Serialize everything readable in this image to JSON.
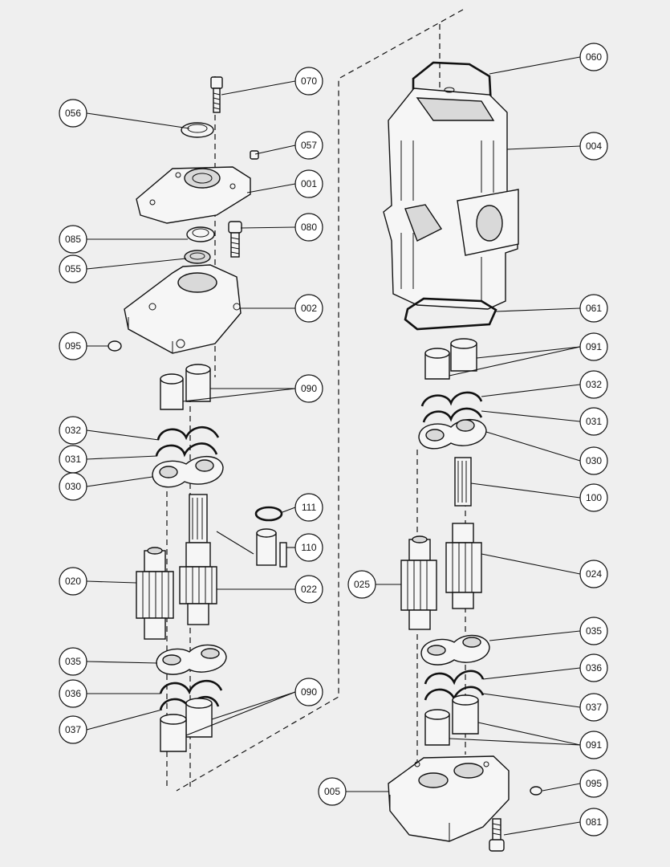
{
  "diagram": {
    "labels": {
      "c070": "070",
      "c056": "056",
      "c057": "057",
      "c001": "001",
      "c085": "085",
      "c080": "080",
      "c055": "055",
      "c002": "002",
      "c095a": "095",
      "c090a": "090",
      "c032a": "032",
      "c031a": "031",
      "c030a": "030",
      "c111": "111",
      "c110": "110",
      "c020": "020",
      "c022": "022",
      "c035a": "035",
      "c036a": "036",
      "c037a": "037",
      "c090b": "090",
      "c060": "060",
      "c004": "004",
      "c061": "061",
      "c091a": "091",
      "c032b": "032",
      "c031b": "031",
      "c030b": "030",
      "c100": "100",
      "c025": "025",
      "c024": "024",
      "c035b": "035",
      "c036b": "036",
      "c037b": "037",
      "c091b": "091",
      "c005": "005",
      "c095b": "095",
      "c081": "081"
    }
  }
}
